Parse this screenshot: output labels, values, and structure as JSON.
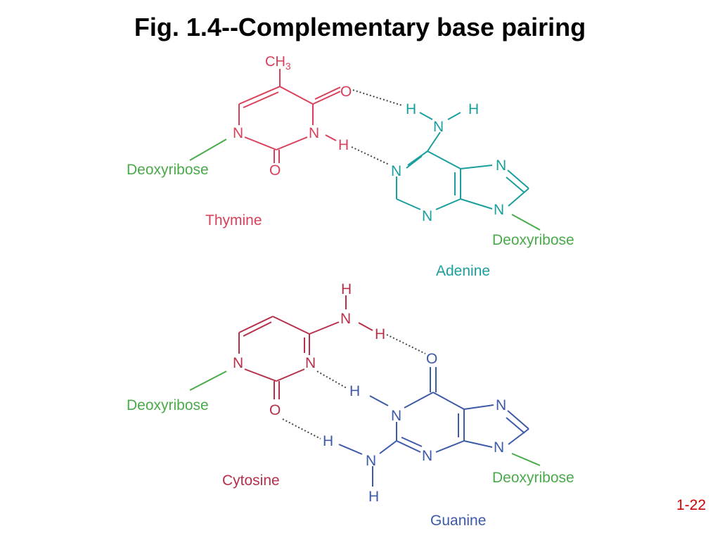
{
  "slide": {
    "title": "Fig. 1.4--Complementary base pairing",
    "page_number": "1-22"
  },
  "colors": {
    "thymine": "#d9405a",
    "adenine": "#1a9e9e",
    "cytosine": "#b5304a",
    "guanine": "#3d5aa8",
    "sugar": "#4aaa4a",
    "hbond": "#444444",
    "page_number": "#cc0000"
  },
  "thymine": {
    "name": "Thymine",
    "methyl": "CH",
    "methyl_sub": "3",
    "carbonyl_top": "O",
    "ring_n1": "N",
    "ring_n3": "N",
    "imino_h": "H",
    "carbonyl_bottom": "O",
    "sugar": "Deoxyribose"
  },
  "adenine": {
    "name": "Adenine",
    "amino_n": "N",
    "amino_h_left": "H",
    "amino_h_right": "H",
    "ring_n1": "N",
    "ring_n3": "N",
    "ring_n7": "N",
    "ring_n9": "N",
    "sugar": "Deoxyribose"
  },
  "cytosine": {
    "name": "Cytosine",
    "amino_h_top": "H",
    "amino_n": "N",
    "amino_h_right": "H",
    "ring_n1": "N",
    "ring_n3": "N",
    "carbonyl": "O",
    "sugar": "Deoxyribose"
  },
  "guanine": {
    "name": "Guanine",
    "carbonyl": "O",
    "imino_h": "H",
    "ring_n1": "N",
    "ring_n3": "N",
    "ring_n7": "N",
    "ring_n9": "N",
    "amino_h_left": "H",
    "amino_n": "N",
    "amino_h_bottom": "H",
    "sugar": "Deoxyribose"
  }
}
